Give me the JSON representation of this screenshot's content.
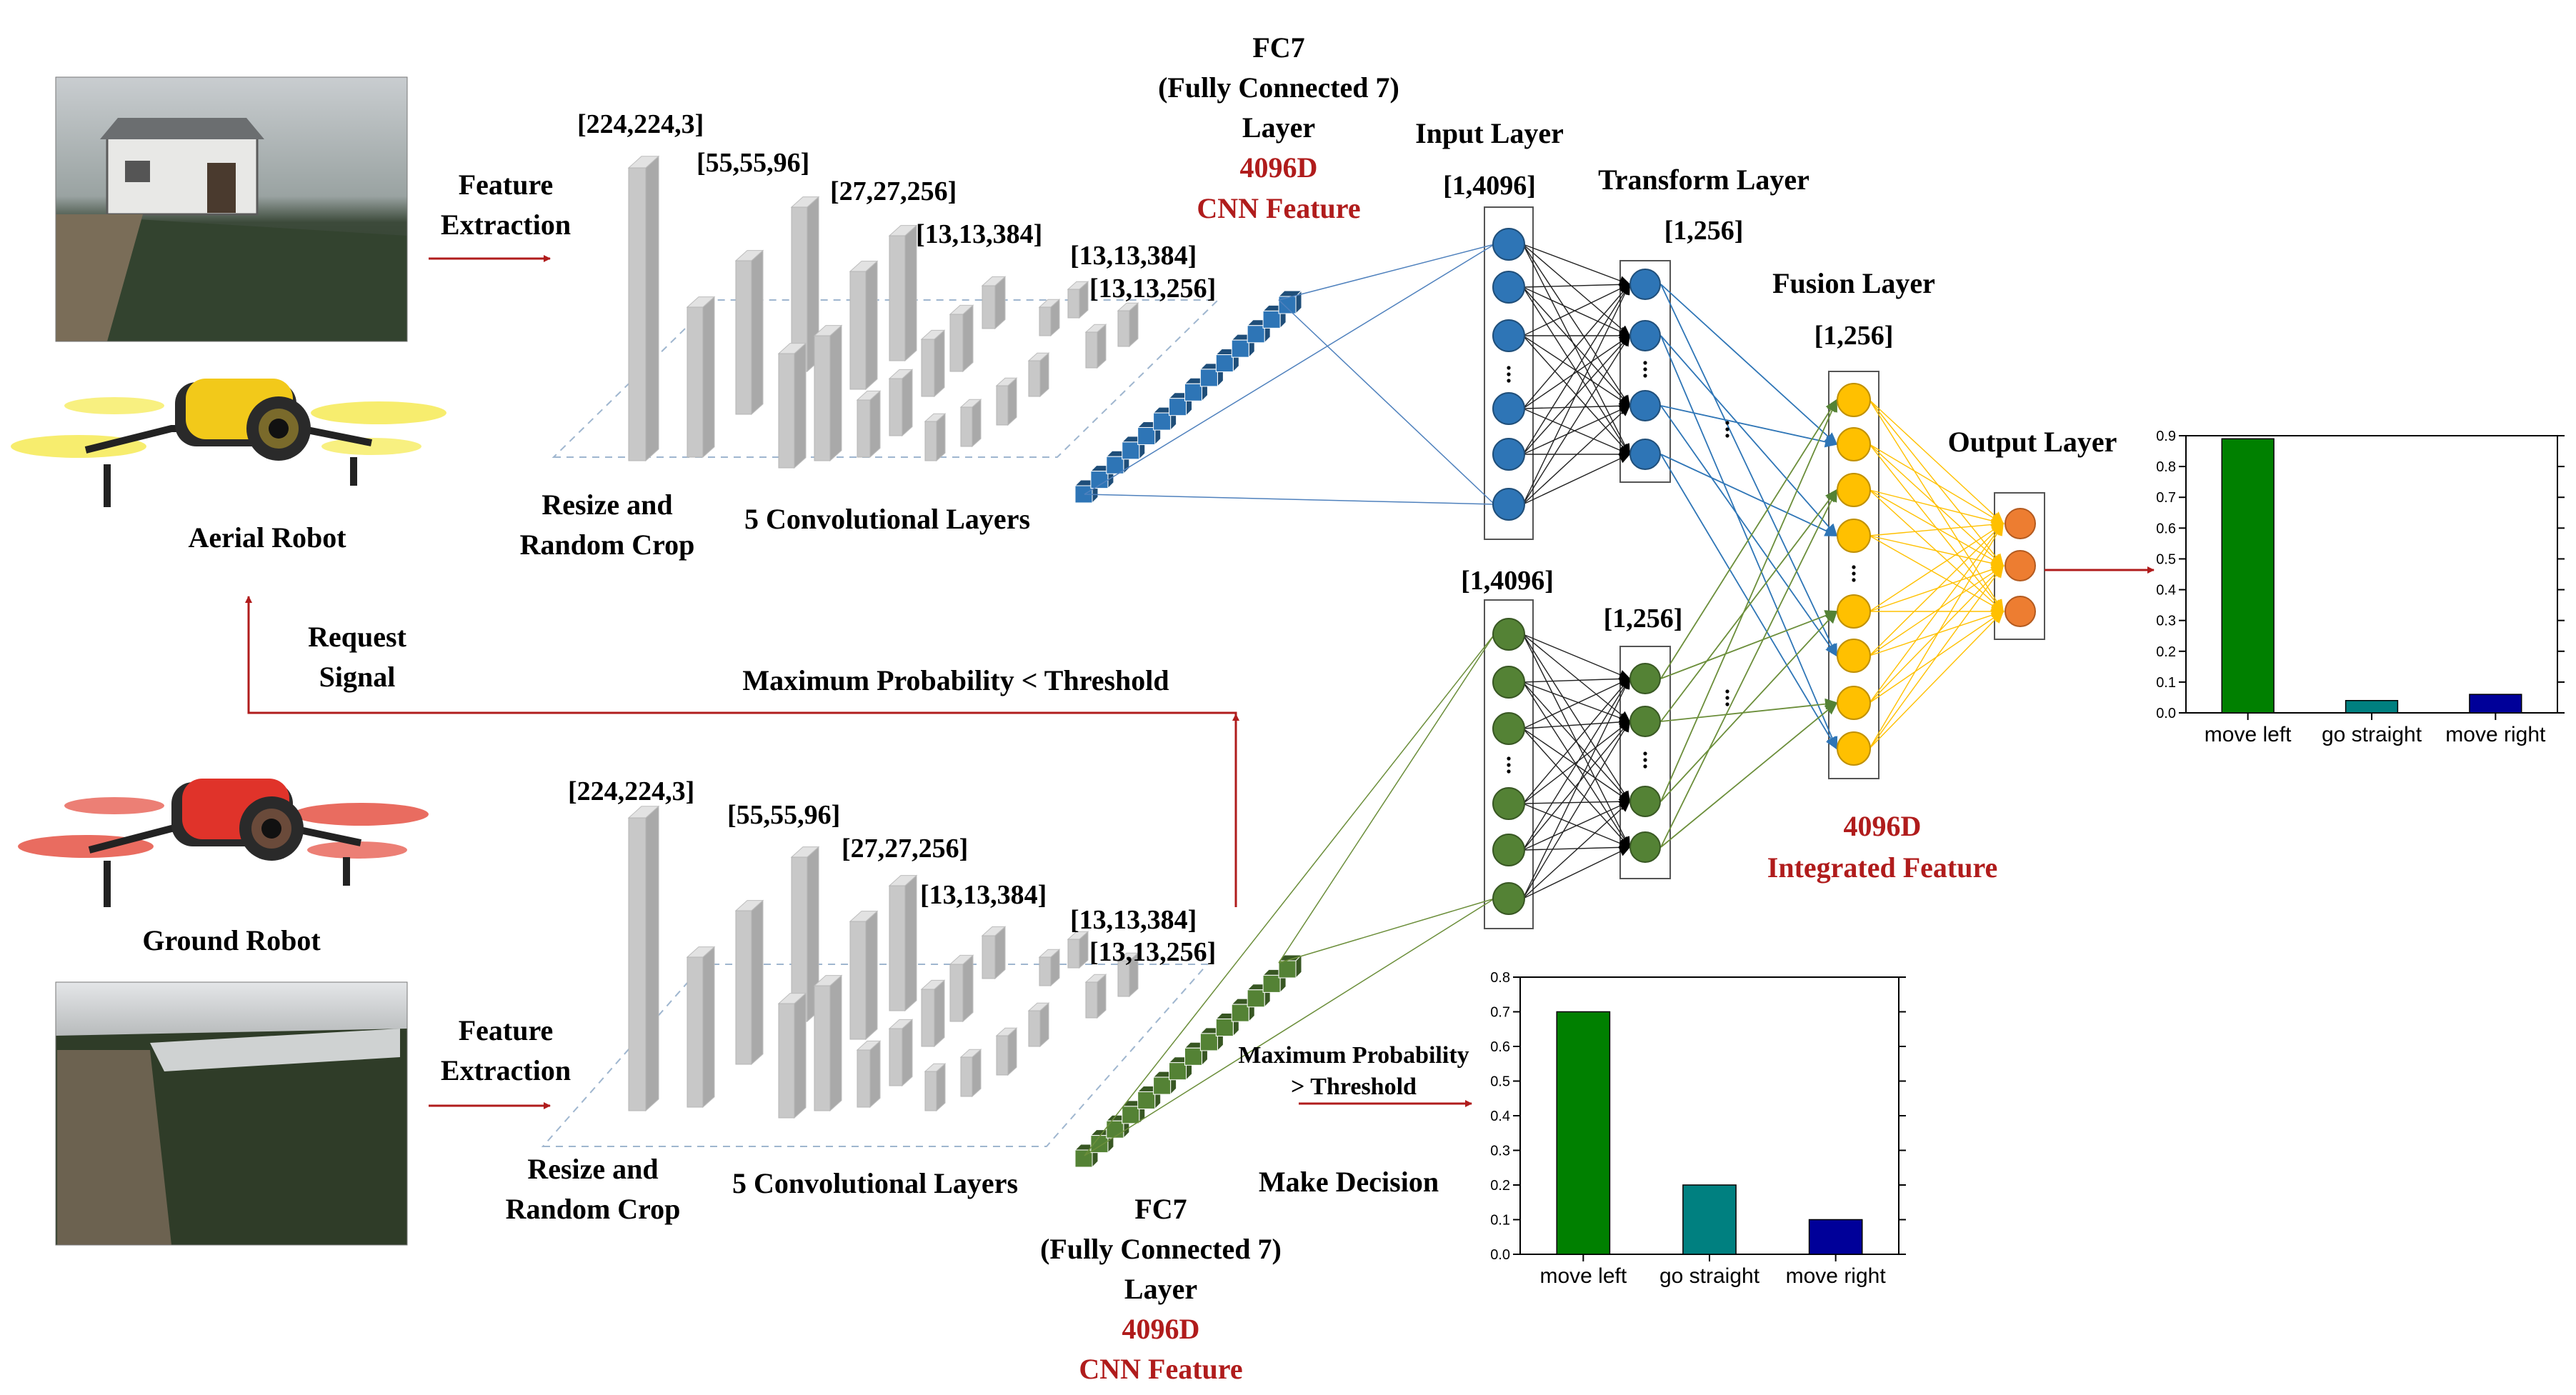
{
  "robots": {
    "aerial": "Aerial Robot",
    "ground": "Ground Robot"
  },
  "labels": {
    "feature_extraction": "Feature\nExtraction",
    "resize_crop": "Resize and\nRandom Crop",
    "conv_layers": "5 Convolutional Layers",
    "request_signal": "Request\nSignal",
    "max_prob_lt": "Maximum Probability < Threshold",
    "max_prob_gt": "Maximum Probability\n> Threshold",
    "make_decision": "Make Decision",
    "fc7_title": "FC7\n(Fully Connected 7)\nLayer",
    "fc7_dim": "4096D",
    "fc7_feature": "CNN Feature",
    "input_layer": "Input Layer",
    "transform_layer": "Transform Layer",
    "fusion_layer": "Fusion Layer",
    "output_layer": "Output Layer",
    "integrated_dim": "4096D",
    "integrated_feature": "Integrated Feature"
  },
  "dims": {
    "top": [
      "[224,224,3]",
      "[55,55,96]",
      "[27,27,256]",
      "[13,13,384]",
      "[13,13,384]",
      "[13,13,256]"
    ],
    "bottom": [
      "[224,224,3]",
      "[55,55,96]",
      "[27,27,256]",
      "[13,13,384]",
      "[13,13,384]",
      "[13,13,256]"
    ],
    "input_top": "[1,4096]",
    "input_bottom": "[1,4096]",
    "transform_top": "[1,256]",
    "transform_bottom": "[1,256]",
    "fusion": "[1,256]"
  },
  "colors": {
    "arrow_red": "#b01c1c",
    "red_text": "#b01c1c",
    "blue_node": "#2e75b6",
    "green_node": "#548235",
    "yellow_node": "#ffc000",
    "orange_node": "#ed7d31",
    "bar_green": "#008000",
    "bar_teal": "#008080",
    "bar_navy": "#000099"
  },
  "chart_data": [
    {
      "type": "bar",
      "categories": [
        "move left",
        "go straight",
        "move right"
      ],
      "values": [
        0.89,
        0.04,
        0.06
      ],
      "ylim": [
        0,
        0.9
      ],
      "yticks": [
        "0.0",
        "0.1",
        "0.2",
        "0.3",
        "0.4",
        "0.5",
        "0.6",
        "0.7",
        "0.8",
        "0.9"
      ],
      "colors": [
        "#008000",
        "#008080",
        "#000099"
      ],
      "legend": "none",
      "grid": false
    },
    {
      "type": "bar",
      "categories": [
        "move left",
        "go straight",
        "move right"
      ],
      "values": [
        0.7,
        0.2,
        0.1
      ],
      "ylim": [
        0,
        0.8
      ],
      "yticks": [
        "0.0",
        "0.1",
        "0.2",
        "0.3",
        "0.4",
        "0.5",
        "0.6",
        "0.7",
        "0.8"
      ],
      "colors": [
        "#008000",
        "#008080",
        "#000099"
      ],
      "legend": "none",
      "grid": false
    }
  ]
}
